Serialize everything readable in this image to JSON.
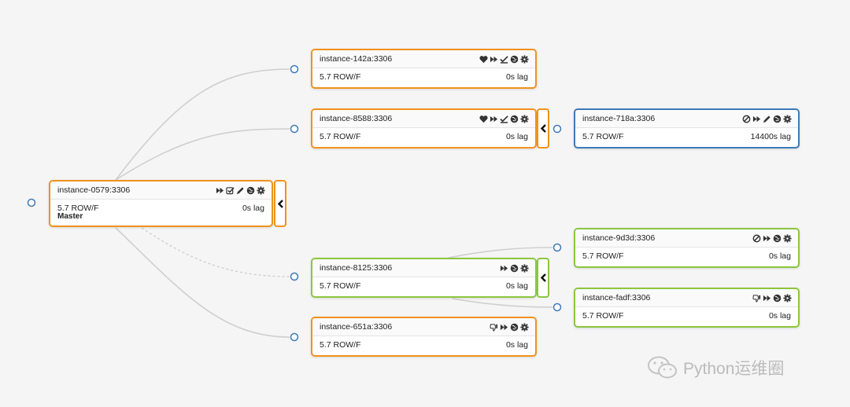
{
  "master": {
    "name": "instance-0579:3306",
    "version": "5.7 ROW/F",
    "lag": "0s lag",
    "role": "Master"
  },
  "instances": {
    "i142a": {
      "name": "instance-142a:3306",
      "version": "5.7 ROW/F",
      "lag": "0s lag"
    },
    "i8588": {
      "name": "instance-8588:3306",
      "version": "5.7 ROW/F",
      "lag": "0s lag"
    },
    "i718a": {
      "name": "instance-718a:3306",
      "version": "5.7 ROW/F",
      "lag": "14400s lag"
    },
    "i8125": {
      "name": "instance-8125:3306",
      "version": "5.7 ROW/F",
      "lag": "0s lag"
    },
    "i651a": {
      "name": "instance-651a:3306",
      "version": "5.7 ROW/F",
      "lag": "0s lag"
    },
    "i9d3d": {
      "name": "instance-9d3d:3306",
      "version": "5.7 ROW/F",
      "lag": "0s lag"
    },
    "ifadf": {
      "name": "instance-fadf:3306",
      "version": "5.7 ROW/F",
      "lag": "0s lag"
    }
  },
  "colors": {
    "master_group": "#f0921e",
    "delayed": "#3d7ab8",
    "healthy_group": "#8cc63f"
  },
  "icon_names": [
    "heart-icon",
    "fast-forward-icon",
    "check-down-icon",
    "globe-icon",
    "gear-icon",
    "ban-icon",
    "pencil-icon",
    "checkbox-icon",
    "thumbs-down-icon",
    "chevron-left-icon"
  ],
  "watermark": {
    "text": "Python运维圈"
  }
}
